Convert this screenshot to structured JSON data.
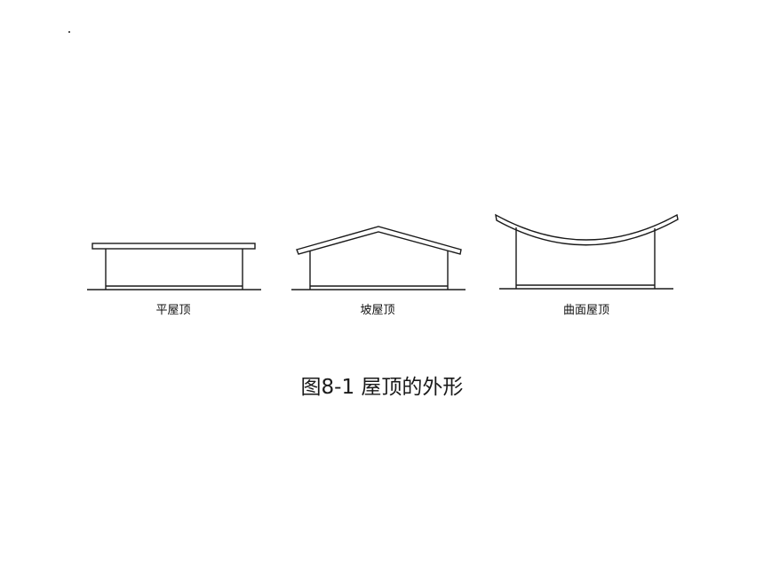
{
  "figure": {
    "caption": "图8-1  屋顶的外形",
    "roof_types": [
      {
        "label": "平屋顶"
      },
      {
        "label": "坡屋顶"
      },
      {
        "label": "曲面屋顶"
      }
    ]
  },
  "colors": {
    "line": "#1a1a1a",
    "background": "#ffffff"
  }
}
